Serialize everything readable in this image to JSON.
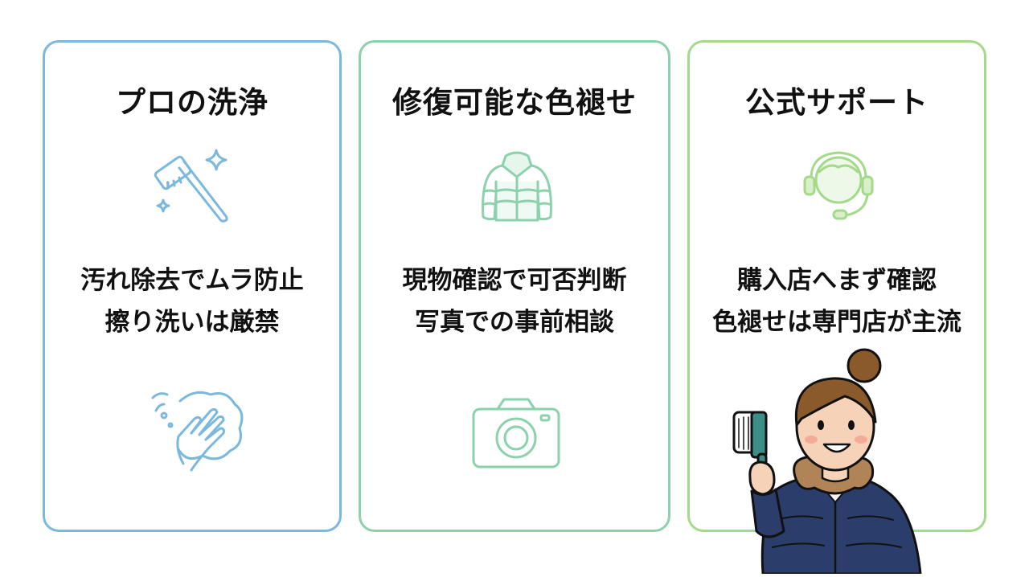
{
  "cards": [
    {
      "title": "プロの洗浄",
      "lines": [
        "汚れ除去でムラ防止",
        "擦り洗いは厳禁"
      ],
      "icons": [
        "brush-sparkle-icon",
        "hand-wiping-icon"
      ],
      "color": "#7ab9dd"
    },
    {
      "title": "修復可能な色褪せ",
      "lines": [
        "現物確認で可否判断",
        "写真での事前相談"
      ],
      "icons": [
        "down-jacket-icon",
        "camera-icon"
      ],
      "color": "#8bd1ab"
    },
    {
      "title": "公式サポート",
      "lines": [
        "購入店へまず確認",
        "色褪せは専門店が主流"
      ],
      "icons": [
        "support-headset-icon"
      ],
      "color": "#a4d989"
    }
  ]
}
